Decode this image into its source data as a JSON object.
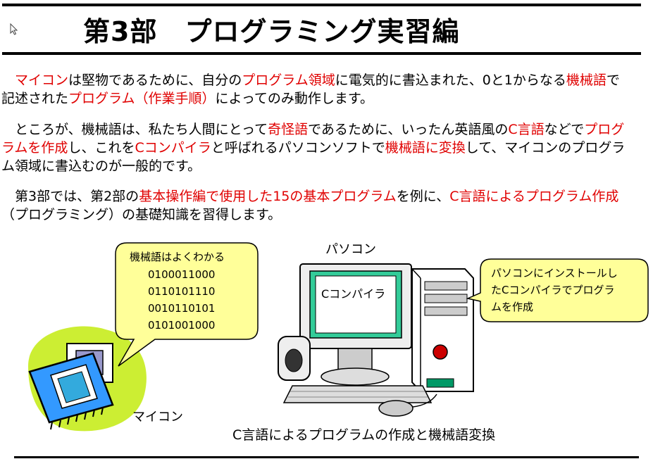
{
  "header": {
    "title": "第3部　プログラミング実習編"
  },
  "paragraphs": [
    {
      "segments": [
        {
          "t": "　",
          "red": false
        },
        {
          "t": "マイコン",
          "red": true
        },
        {
          "t": "は堅物であるために、自分の",
          "red": false
        },
        {
          "t": "プログラム領域",
          "red": true
        },
        {
          "t": "に電気的に書込まれた、0と1からなる",
          "red": false
        },
        {
          "t": "機械語",
          "red": true
        },
        {
          "t": "で記述された",
          "red": false
        },
        {
          "t": "プログラム（作業手順）",
          "red": true
        },
        {
          "t": "によってのみ動作します。",
          "red": false
        }
      ]
    },
    {
      "segments": [
        {
          "t": "　ところが、機械語は、私たち人間にとって",
          "red": false
        },
        {
          "t": "奇怪語",
          "red": true
        },
        {
          "t": "であるために、いったん英語風の",
          "red": false
        },
        {
          "t": "C言語",
          "red": true
        },
        {
          "t": "などで",
          "red": false
        },
        {
          "t": "プログラムを作成",
          "red": true
        },
        {
          "t": "し、これを",
          "red": false
        },
        {
          "t": "Cコンパイラ",
          "red": true
        },
        {
          "t": "と呼ばれるパソコンソフトで",
          "red": false
        },
        {
          "t": "機械語に変換",
          "red": true
        },
        {
          "t": "して、マイコンのプログラム領域に書込むのが一般的です。",
          "red": false
        }
      ]
    },
    {
      "segments": [
        {
          "t": "　第3部では、第2部の",
          "red": false
        },
        {
          "t": "基本操作編で使用した15の基本プログラム",
          "red": true
        },
        {
          "t": "を例に、",
          "red": false
        },
        {
          "t": "C言語によるプログラム作成",
          "red": true
        },
        {
          "t": "（プログラミング）の基礎知識を習得します。",
          "red": false
        }
      ]
    }
  ],
  "figure": {
    "bubble_left": {
      "heading": "機械語はよくわかる",
      "lines": [
        "0100011000",
        "0110101110",
        "0010110101",
        "0101001000"
      ]
    },
    "pc_label": "パソコン",
    "screen_text": "Cコンパイラ",
    "bubble_right": [
      "パソコンにインストールし",
      "たCコンパイラでプログラ",
      "ムを作成"
    ],
    "mcu_label": "マイコン",
    "caption": "C言語によるプログラムの作成と機械語変換"
  },
  "colors": {
    "accent_red": "#e00000",
    "bubble_fill": "#ffff99",
    "blob_green": "#ccee33",
    "chip_blue": "#3399ff"
  }
}
